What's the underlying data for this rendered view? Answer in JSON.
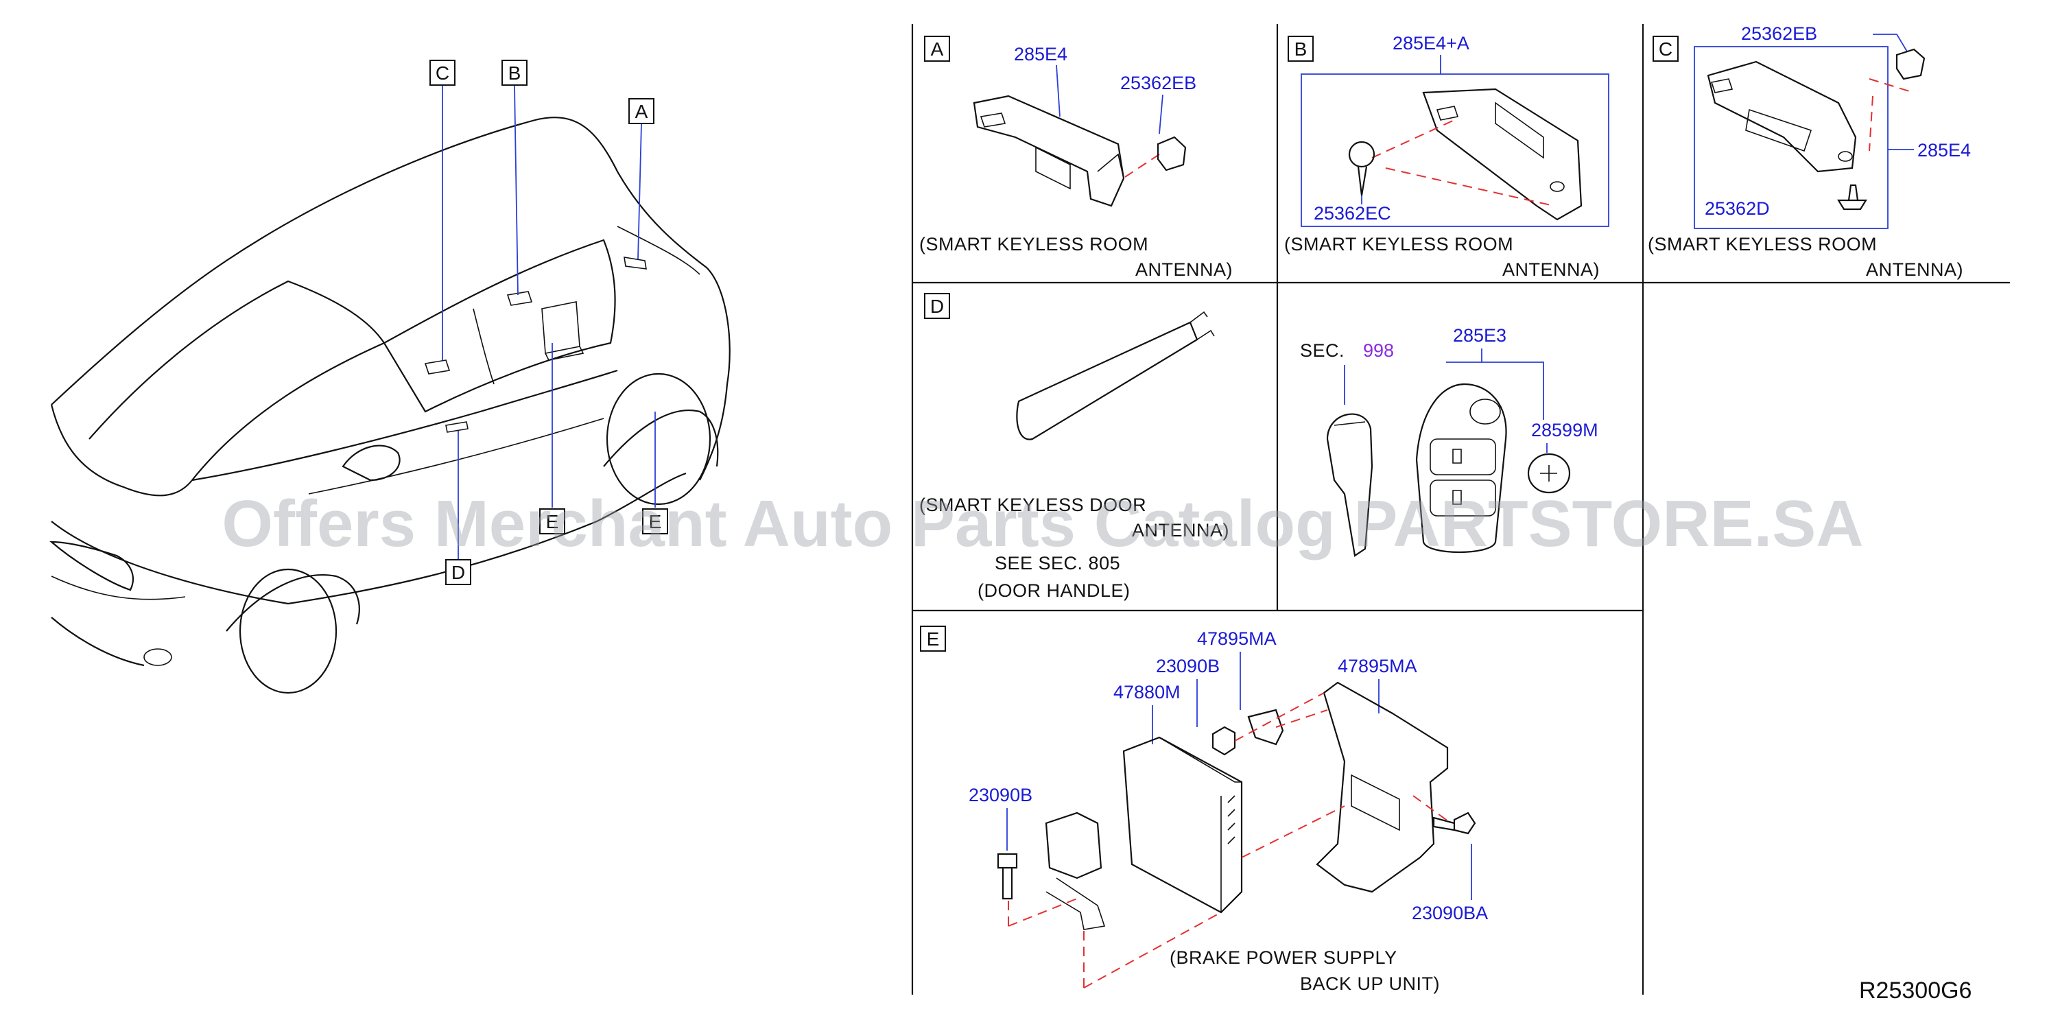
{
  "car_callouts": [
    "C",
    "B",
    "A",
    "E",
    "E",
    "D"
  ],
  "sections": {
    "A": {
      "letter": "A",
      "parts": [
        "285E4",
        "25362EB"
      ],
      "caption": [
        "(SMART  KEYLESS  ROOM",
        "ANTENNA)"
      ]
    },
    "B": {
      "letter": "B",
      "parts": [
        "285E4+A",
        "25362EC"
      ],
      "caption": [
        "(SMART  KEYLESS  ROOM",
        "ANTENNA)"
      ]
    },
    "C": {
      "letter": "C",
      "parts": [
        "25362EB",
        "285E4",
        "25362D"
      ],
      "caption": [
        "(SMART  KEYLESS  ROOM",
        "ANTENNA)"
      ]
    },
    "D": {
      "letter": "D",
      "caption": [
        "(SMART  KEYLESS  DOOR",
        "ANTENNA)"
      ],
      "see": "SEE  SEC.  805",
      "note": "(DOOR  HANDLE)"
    },
    "key": {
      "sec_label": "SEC.",
      "sec_number": "998",
      "parts": [
        "285E3",
        "28599M"
      ]
    },
    "E": {
      "letter": "E",
      "parts": [
        "47895MA",
        "23090B",
        "47895MA",
        "47880M",
        "23090B",
        "23090BA"
      ],
      "caption": [
        "(BRAKE  POWER  SUPPLY",
        "BACK  UP  UNIT)"
      ]
    }
  },
  "watermark": "Offers Merchant Auto Parts Catalog PARTSTORE.SA",
  "diagram_code": "R25300G6"
}
